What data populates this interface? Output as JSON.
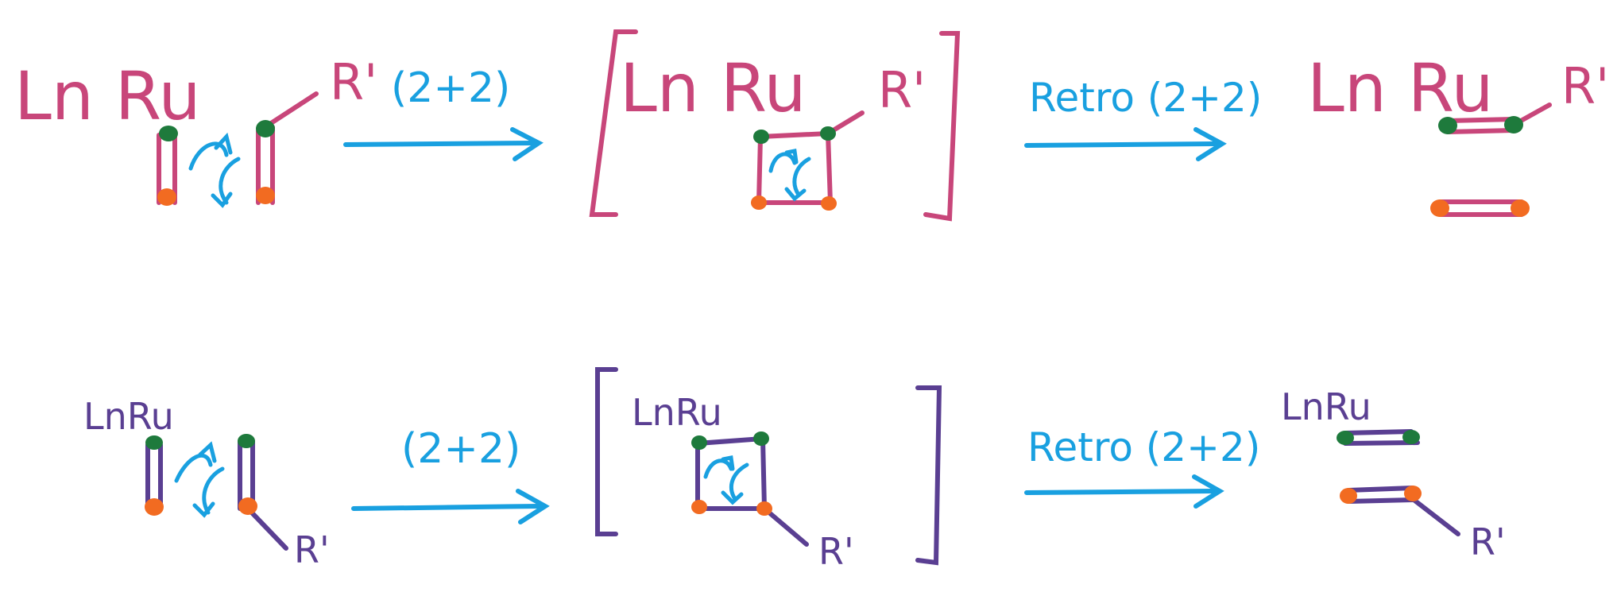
{
  "colors": {
    "top_row": "#c8467a",
    "bottom_row": "#5a3f92",
    "arrow": "#19a0e0",
    "green_atom": "#1e7a3c",
    "orange_atom": "#f26b21"
  },
  "top_row": {
    "reactant_metal": "Ln Ru",
    "reactant_substituent": "R'",
    "step1_label": "(2+2)",
    "intermediate_metal": "Ln Ru",
    "intermediate_substituent": "R'",
    "step2_label": "Retro (2+2)",
    "product_metal": "Ln Ru",
    "product_substituent": "R'"
  },
  "bottom_row": {
    "reactant_metal": "LnRu",
    "reactant_substituent": "R'",
    "step1_label": "(2+2)",
    "intermediate_metal": "LnRu",
    "intermediate_substituent": "R'",
    "step2_label": "Retro (2+2)",
    "product_metal": "LnRu",
    "product_substituent": "R'"
  }
}
